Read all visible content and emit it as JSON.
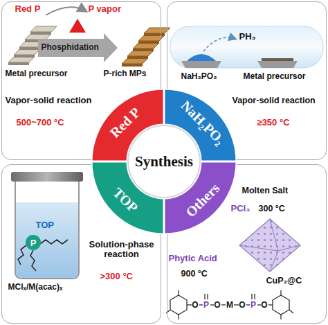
{
  "diagram": {
    "nodes": [
      {
        "text": [
          "Red P",
          "P vapor",
          "Phosphidation",
          "Metal precursor",
          "P-rich MPs",
          "Vapor-solid reaction",
          "500~700 °C"
        ]
      },
      {
        "text": [
          "PH₃",
          "NaH₂PO₂",
          "Metal precursor",
          "Vapor-solid reaction",
          "≥350 °C"
        ]
      },
      {
        "text": [
          "TOP",
          "MClₓ/M(acac)ₓ",
          "Solution-phase reaction",
          ">300 °C"
        ]
      },
      {
        "text": [
          "Molten Salt",
          "PCl₃",
          "300 °C",
          "CuP₂@C",
          "Phytic Acid",
          "900 °C"
        ]
      },
      {
        "text": [
          "Red P"
        ]
      },
      {
        "text": [
          "NaH₂PO₂"
        ]
      },
      {
        "text": [
          "TOP"
        ]
      },
      {
        "text": [
          "Others"
        ]
      },
      {
        "text": [
          "Synthesis"
        ]
      }
    ],
    "edges": [],
    "labels": [
      "P",
      "O",
      "P",
      "O",
      "M",
      "O",
      "P",
      "O"
    ]
  }
}
